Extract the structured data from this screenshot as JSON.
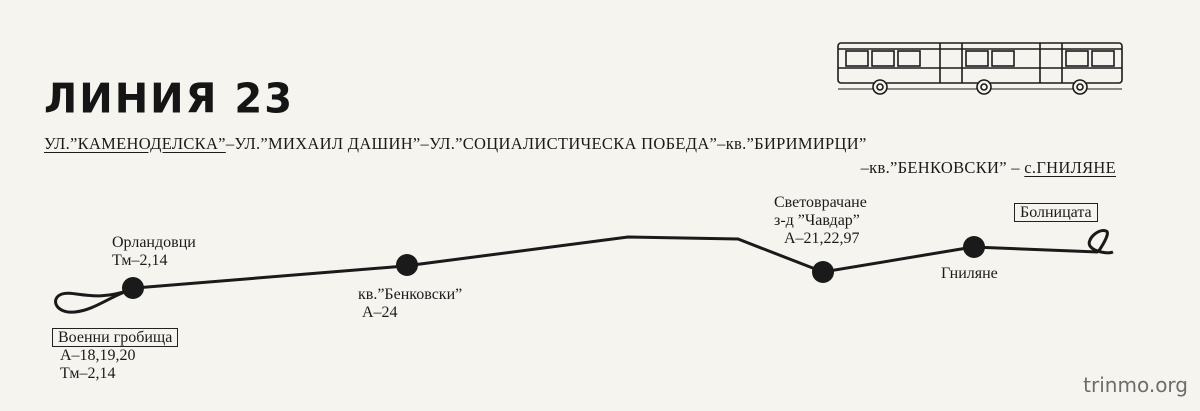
{
  "title": "ЛИНИЯ 23",
  "route": {
    "line1": [
      {
        "text": "УЛ.”КАМЕНОДЕЛСКА”",
        "underline": true
      },
      {
        "text": "–УЛ.”МИХАИЛ ДАШИН”–УЛ.”СОЦИАЛИСТИЧЕСКА ПОБЕДА”–кв.”БИРИМИРЦИ”",
        "underline": false
      }
    ],
    "line2": [
      {
        "text": "–кв.”БЕНКОВСКИ” –",
        "underline": false
      },
      {
        "text": "с.ГНИЛЯНЕ",
        "underline": true
      }
    ]
  },
  "stops": {
    "voenni": {
      "name": "Военни гробища",
      "lines": [
        "А–18,19,20",
        "Тм–2,14"
      ]
    },
    "orlandovtsi": {
      "name": "Орландовци",
      "lines": [
        "Тм–2,14"
      ]
    },
    "benkovski": {
      "name": "кв.”Бенковски”",
      "lines": [
        "А–24"
      ]
    },
    "svetovrachane": {
      "name": "Световрачане",
      "sub": "з-д ”Чавдар”",
      "lines": [
        "А–21,22,97"
      ]
    },
    "gnilyane": {
      "name": "Гниляне"
    },
    "bolnitsata": {
      "name": "Болницата"
    }
  },
  "watermark": "trinmo.org"
}
